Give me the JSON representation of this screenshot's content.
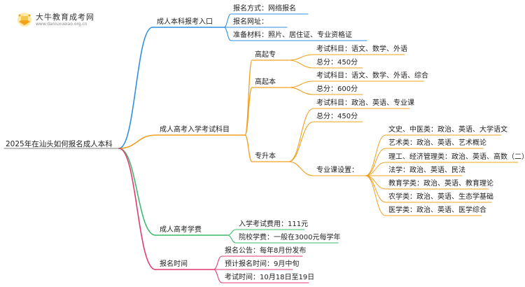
{
  "logo": {
    "title": "大牛教育成考网",
    "url": "www.daniuxueiao.org.cn"
  },
  "root": "2025年在汕头如何报名成人本科",
  "colors": {
    "blue": "#2f8fe0",
    "orange": "#f0a020",
    "green": "#3dbb6c",
    "pink": "#e23a72"
  },
  "branches": {
    "apply": {
      "label": "成人本科报考入口",
      "items": [
        "报名方式：网络报名",
        "报名网址：",
        "准备材料：照片、居住证、专业资格证"
      ]
    },
    "exam": {
      "label": "成人高考入学考试科目",
      "gqz": {
        "label": "高起专",
        "items": [
          "考试科目：语文、数学、外语",
          "总分：450分"
        ]
      },
      "gqb": {
        "label": "高起本",
        "items": [
          "考试科目：语文、数学、外语、综合",
          "总分：600分"
        ]
      },
      "zsb": {
        "label": "专升本",
        "items": [
          "考试科目：政治、英语、专业课",
          "总分：450分"
        ],
        "courses": {
          "label": "专业课设置：",
          "items": [
            "文史、中医类：政治、英语、大学语文",
            "艺术类：政治、英语、艺术概论",
            "理工、经济管理类：政治、英语、高数（二）",
            "法学：政治、英语、民法",
            "教育学类：政治、英语、教育理论",
            "农学类：政治、英语、生态学基础",
            "医学类：政治、英语、医学综合"
          ]
        }
      }
    },
    "fee": {
      "label": "成人高考学费",
      "items": [
        "入学考试费用：111元",
        "院校学费：一般在3000元每学年"
      ]
    },
    "time": {
      "label": "报名时间",
      "items": [
        "报名公告：每年8月份发布",
        "预计报名时间：9月中旬",
        "考试时间：10月18日至19日"
      ]
    }
  }
}
